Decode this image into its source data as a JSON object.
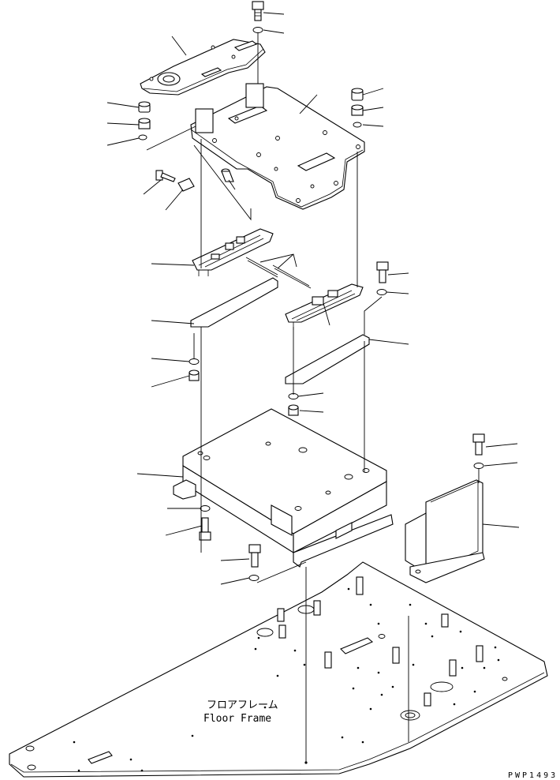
{
  "floor_frame": {
    "label_jp": "フロアフレーム",
    "label_en": "Floor Frame"
  },
  "drawing_code": "PWP1493"
}
